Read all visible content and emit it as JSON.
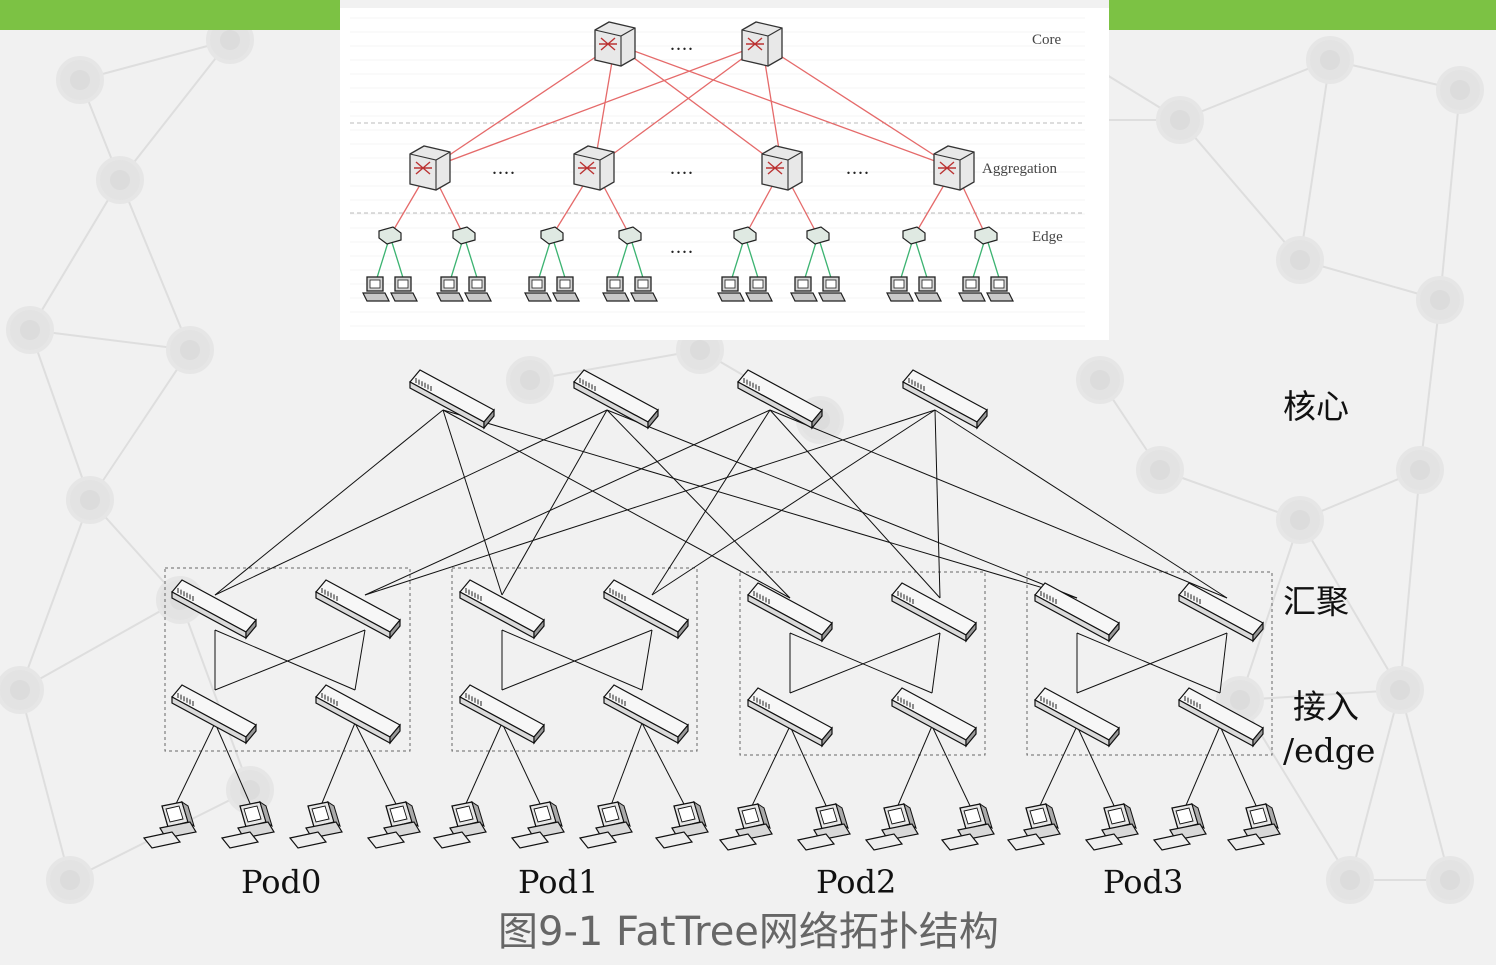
{
  "top_figure": {
    "labels": {
      "core": "Core",
      "aggregation": "Aggregation",
      "edge": "Edge"
    },
    "ellipsis": "....",
    "colors": {
      "uplink": "#e56a6a",
      "downlink": "#3cb371"
    }
  },
  "main_figure": {
    "layers": {
      "core": "核心",
      "aggregation": "汇聚",
      "access": "接入",
      "access_en": "/edge"
    },
    "pods": [
      "Pod0",
      "Pod1",
      "Pod2",
      "Pod3"
    ]
  },
  "caption": "图9-1   FatTree网络拓扑结构",
  "colors": {
    "accent": "#7cc244",
    "background": "#f1f1f1",
    "caption": "#666666"
  }
}
